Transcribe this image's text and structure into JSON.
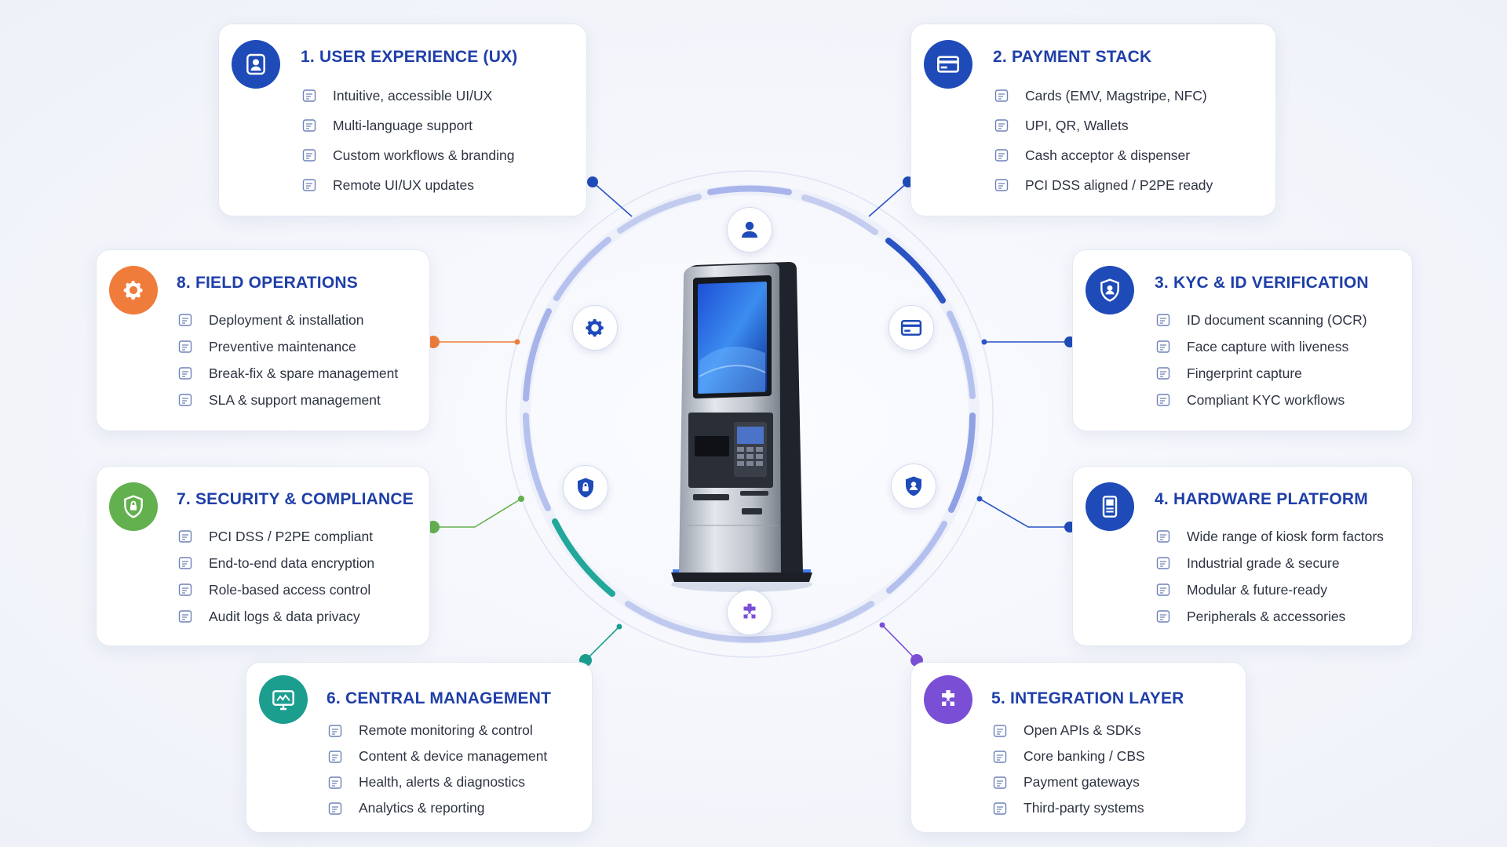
{
  "colors": {
    "brand_blue": "#1f4bb8",
    "title_blue": "#1f3fa8",
    "orange": "#ef7c3a",
    "green": "#63b04f",
    "teal": "#1c9e8f",
    "purple": "#7a4fd6",
    "ring_light": "#c9d3f0",
    "ring_dark": "#2a53c4"
  },
  "cards": [
    {
      "title": "1. USER EXPERIENCE (UX)",
      "icon": "user-icon",
      "items": [
        {
          "label": "Intuitive, accessible UI/UX",
          "icon": "list-icon"
        },
        {
          "label": "Multi-language support",
          "icon": "language-icon"
        },
        {
          "label": "Custom workflows & branding",
          "icon": "workflow-icon"
        },
        {
          "label": "Remote UI/UX updates",
          "icon": "update-icon"
        }
      ]
    },
    {
      "title": "2. PAYMENT STACK",
      "icon": "card-icon",
      "items": [
        {
          "label": "Cards (EMV, Magstripe, NFC)",
          "icon": "card-icon"
        },
        {
          "label": "UPI, QR, Wallets",
          "icon": "wallet-icon"
        },
        {
          "label": "Cash acceptor & dispenser",
          "icon": "cash-icon"
        },
        {
          "label": "PCI DSS aligned / P2PE ready",
          "icon": "shield-check-icon"
        }
      ]
    },
    {
      "title": "3. KYC & ID VERIFICATION",
      "icon": "shield-user-icon",
      "items": [
        {
          "label": "ID document scanning (OCR)",
          "icon": "document-scan-icon"
        },
        {
          "label": "Face capture with liveness",
          "icon": "face-capture-icon"
        },
        {
          "label": "Fingerprint capture",
          "icon": "fingerprint-icon"
        },
        {
          "label": "Compliant KYC workflows",
          "icon": "kyc-badge-icon"
        }
      ]
    },
    {
      "title": "4. HARDWARE PLATFORM",
      "icon": "kiosk-icon",
      "items": [
        {
          "label": "Wide range of kiosk form factors",
          "icon": "form-factor-icon"
        },
        {
          "label": "Industrial grade & secure",
          "icon": "gear-shield-icon"
        },
        {
          "label": "Modular & future-ready",
          "icon": "modules-icon"
        },
        {
          "label": "Peripherals & accessories",
          "icon": "gear-icon"
        }
      ]
    },
    {
      "title": "5. INTEGRATION LAYER",
      "icon": "puzzle-icon",
      "items": [
        {
          "label": "Open APIs & SDKs",
          "icon": "api-icon"
        },
        {
          "label": "Core banking / CBS",
          "icon": "bank-icon"
        },
        {
          "label": "Payment gateways",
          "icon": "gateway-icon"
        },
        {
          "label": "Third-party systems",
          "icon": "systems-icon"
        }
      ]
    },
    {
      "title": "6. CENTRAL MANAGEMENT",
      "icon": "monitor-icon",
      "items": [
        {
          "label": "Remote monitoring & control",
          "icon": "remote-icon"
        },
        {
          "label": "Content & device management",
          "icon": "cloud-icon"
        },
        {
          "label": "Health, alerts & diagnostics",
          "icon": "health-icon"
        },
        {
          "label": "Analytics & reporting",
          "icon": "analytics-icon"
        }
      ]
    },
    {
      "title": "7. SECURITY & COMPLIANCE",
      "icon": "shield-lock-icon",
      "items": [
        {
          "label": "PCI DSS / P2PE compliant",
          "icon": "compliance-icon"
        },
        {
          "label": "End-to-end data encryption",
          "icon": "encryption-icon"
        },
        {
          "label": "Role-based access control",
          "icon": "access-icon"
        },
        {
          "label": "Audit logs & data privacy",
          "icon": "audit-icon"
        }
      ]
    },
    {
      "title": "8. FIELD OPERATIONS",
      "icon": "gear-icon",
      "items": [
        {
          "label": "Deployment & installation",
          "icon": "deploy-icon"
        },
        {
          "label": "Preventive maintenance",
          "icon": "maintenance-icon"
        },
        {
          "label": "Break-fix & spare management",
          "icon": "spare-icon"
        },
        {
          "label": "SLA & support management",
          "icon": "support-icon"
        }
      ]
    }
  ]
}
